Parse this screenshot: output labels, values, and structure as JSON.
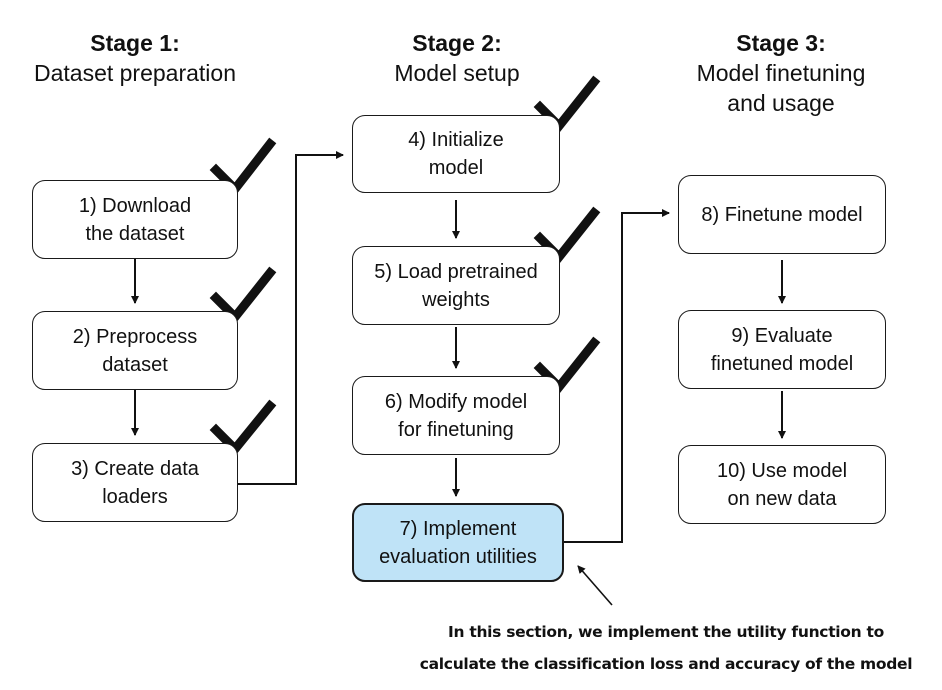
{
  "stages": [
    {
      "title": "Stage 1:",
      "subtitle": "Dataset preparation"
    },
    {
      "title": "Stage 2:",
      "subtitle": "Model setup"
    },
    {
      "title": "Stage 3:",
      "subtitle": "Model finetuning\nand usage"
    }
  ],
  "steps": [
    {
      "label": "1) Download\nthe dataset",
      "completed": true
    },
    {
      "label": "2) Preprocess\ndataset",
      "completed": true
    },
    {
      "label": "3) Create data\nloaders",
      "completed": true
    },
    {
      "label": "4) Initialize\nmodel",
      "completed": true
    },
    {
      "label": "5) Load pretrained\nweights",
      "completed": true
    },
    {
      "label": "6) Modify model\nfor finetuning",
      "completed": true
    },
    {
      "label": "7) Implement\nevaluation utilities",
      "completed": false,
      "highlight_color": "#bfe3f7"
    },
    {
      "label": "8) Finetune model",
      "completed": false
    },
    {
      "label": "9) Evaluate\nfinetuned model",
      "completed": false
    },
    {
      "label": "10) Use model\non new data",
      "completed": false
    }
  ],
  "annotation": "In this section, we implement the utility function to\ncalculate the classification loss and accuracy of the model",
  "colors": {
    "ink": "#111111",
    "highlight": "#bfe3f7"
  }
}
